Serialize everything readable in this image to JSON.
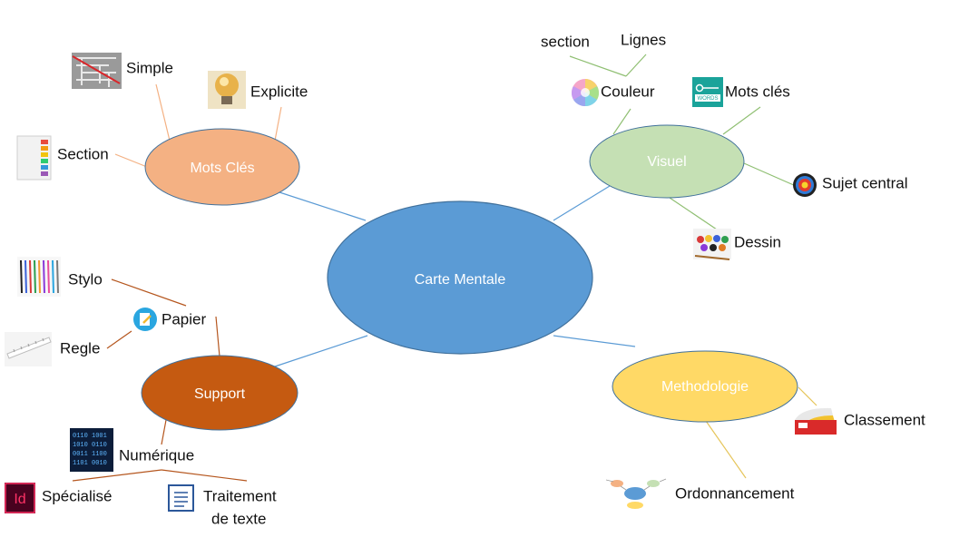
{
  "colors": {
    "center": "#5b9bd5",
    "mots_cles": "#f4b183",
    "visuel": "#c5e0b4",
    "support": "#c55a11",
    "methodologie": "#ffd966",
    "link_blue": "#5b9bd5",
    "link_orange": "#d08a5a",
    "link_green": "#8fbf72",
    "link_brown": "#b5561e",
    "link_yellow": "#e6c55a"
  },
  "center": {
    "label": "Carte Mentale"
  },
  "branches": {
    "mots_cles": {
      "label": "Mots Clés",
      "leaves": [
        {
          "label": "Simple",
          "icon": "maze-icon"
        },
        {
          "label": "Explicite",
          "icon": "light-bulb-icon"
        },
        {
          "label": "Section",
          "icon": "tab-dividers-icon"
        }
      ]
    },
    "visuel": {
      "label": "Visuel",
      "leaves": [
        {
          "label": "Couleur",
          "icon": "color-wheel-icon"
        },
        {
          "label": "section"
        },
        {
          "label": "Lignes"
        },
        {
          "label": "Mots clés",
          "icon": "words-icon"
        },
        {
          "label": "Sujet central",
          "icon": "target-icon"
        },
        {
          "label": "Dessin",
          "icon": "paint-set-icon"
        }
      ]
    },
    "support": {
      "label": "Support",
      "leaves": [
        {
          "label": "Papier",
          "icon": "paper-icon"
        },
        {
          "label": "Stylo",
          "icon": "pens-icon"
        },
        {
          "label": "Regle",
          "icon": "ruler-icon"
        },
        {
          "label": "Numérique",
          "icon": "binary-code-icon"
        },
        {
          "label": "Spécialisé",
          "icon": "indesign-icon"
        },
        {
          "label": "Traitement",
          "label2": "de texte",
          "icon": "document-icon"
        }
      ]
    },
    "methodologie": {
      "label": "Methodologie",
      "leaves": [
        {
          "label": "Classement",
          "icon": "ranking-chart-icon"
        },
        {
          "label": "Ordonnancement",
          "icon": "flow-diagram-icon"
        }
      ]
    }
  }
}
